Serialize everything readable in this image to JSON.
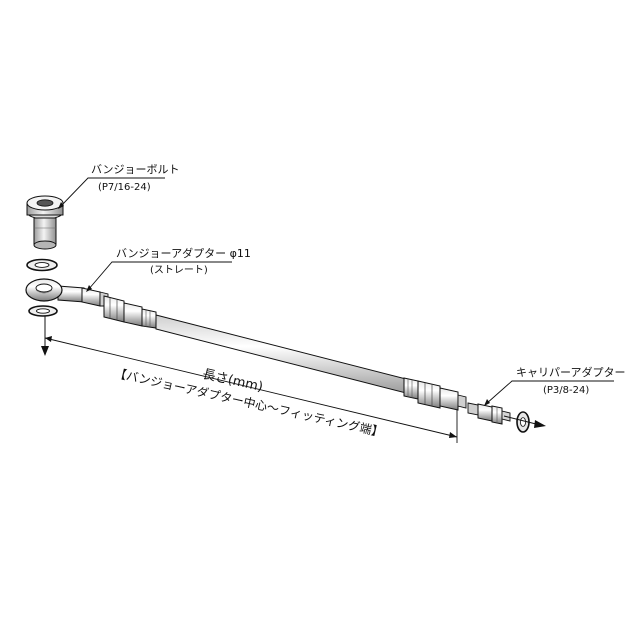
{
  "diagram": {
    "banjo_bolt": {
      "name": "バンジョーボルト",
      "spec": "(P7/16-24)"
    },
    "banjo_adapter": {
      "name": "バンジョーアダプター φ11",
      "spec": "(ストレート)"
    },
    "caliper_adapter": {
      "name": "キャリパーアダプター",
      "spec": "(P3/8-24)"
    },
    "length": {
      "label": "長さ(mm)",
      "definition": "【バンジョーアダプター中心～フィッティング端】"
    }
  },
  "colors": {
    "line": "#111111",
    "metal_light": "#f2f2f2",
    "metal_dark": "#8a8a8a"
  }
}
